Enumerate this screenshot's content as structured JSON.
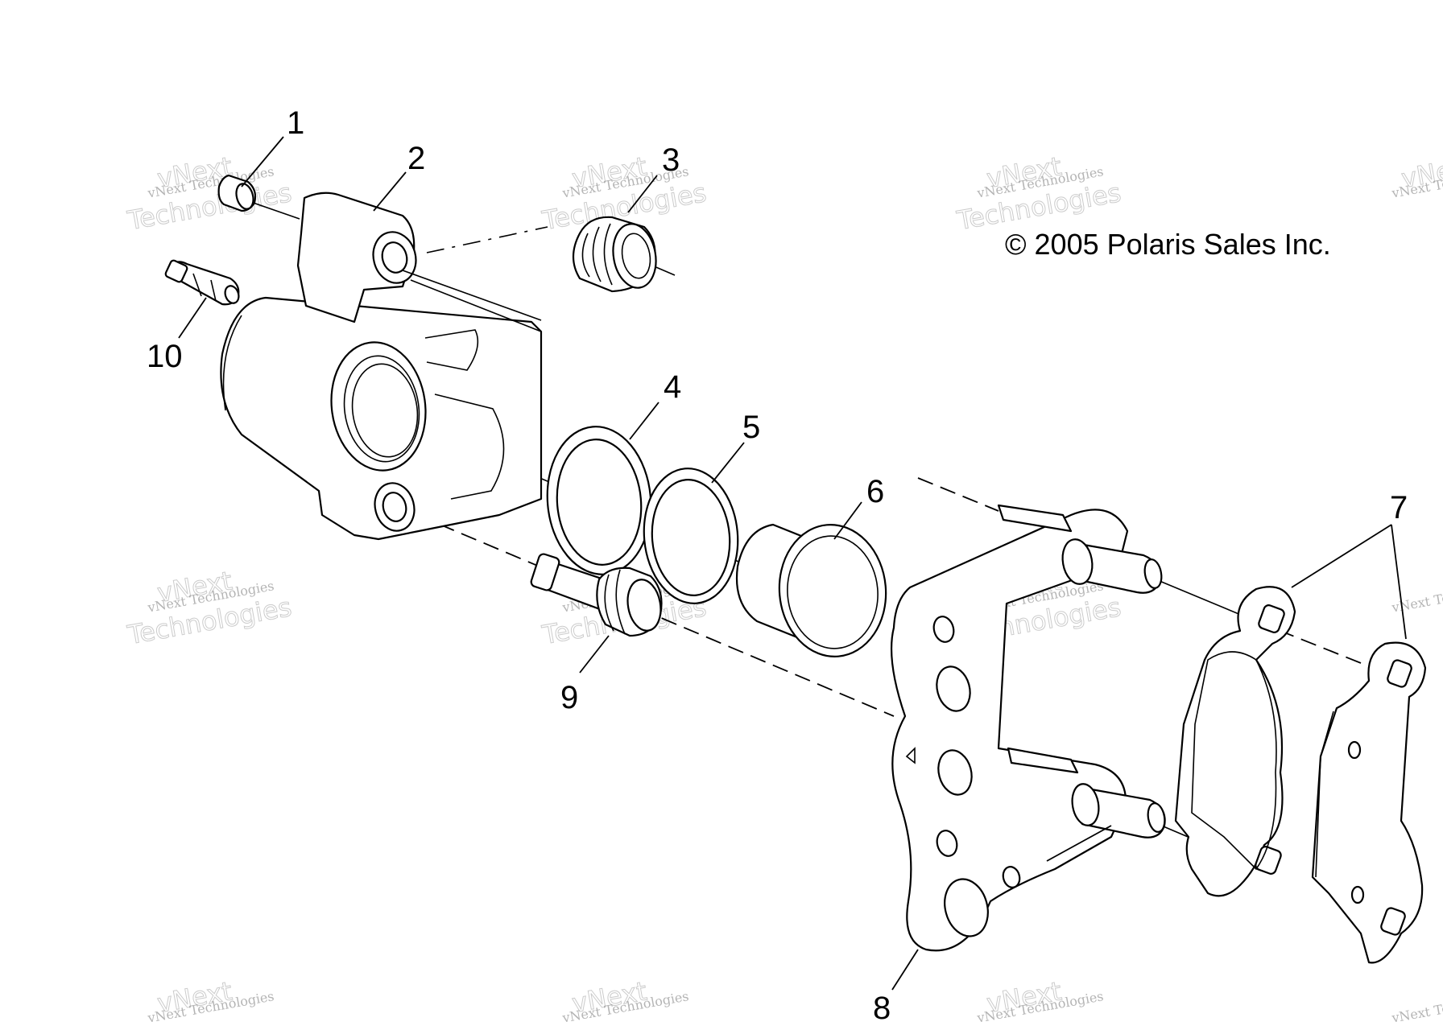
{
  "copyright": "© 2005 Polaris Sales Inc.",
  "watermark": {
    "line1": "vNext Technologies",
    "line2": "vNext",
    "line3": "Technologies"
  },
  "callouts": {
    "c1": "1",
    "c2": "2",
    "c3": "3",
    "c4": "4",
    "c5": "5",
    "c6": "6",
    "c7": "7",
    "c8": "8",
    "c9": "9",
    "c10": "10"
  },
  "colors": {
    "line": "#000000",
    "background": "#ffffff",
    "watermark": "#888888"
  }
}
